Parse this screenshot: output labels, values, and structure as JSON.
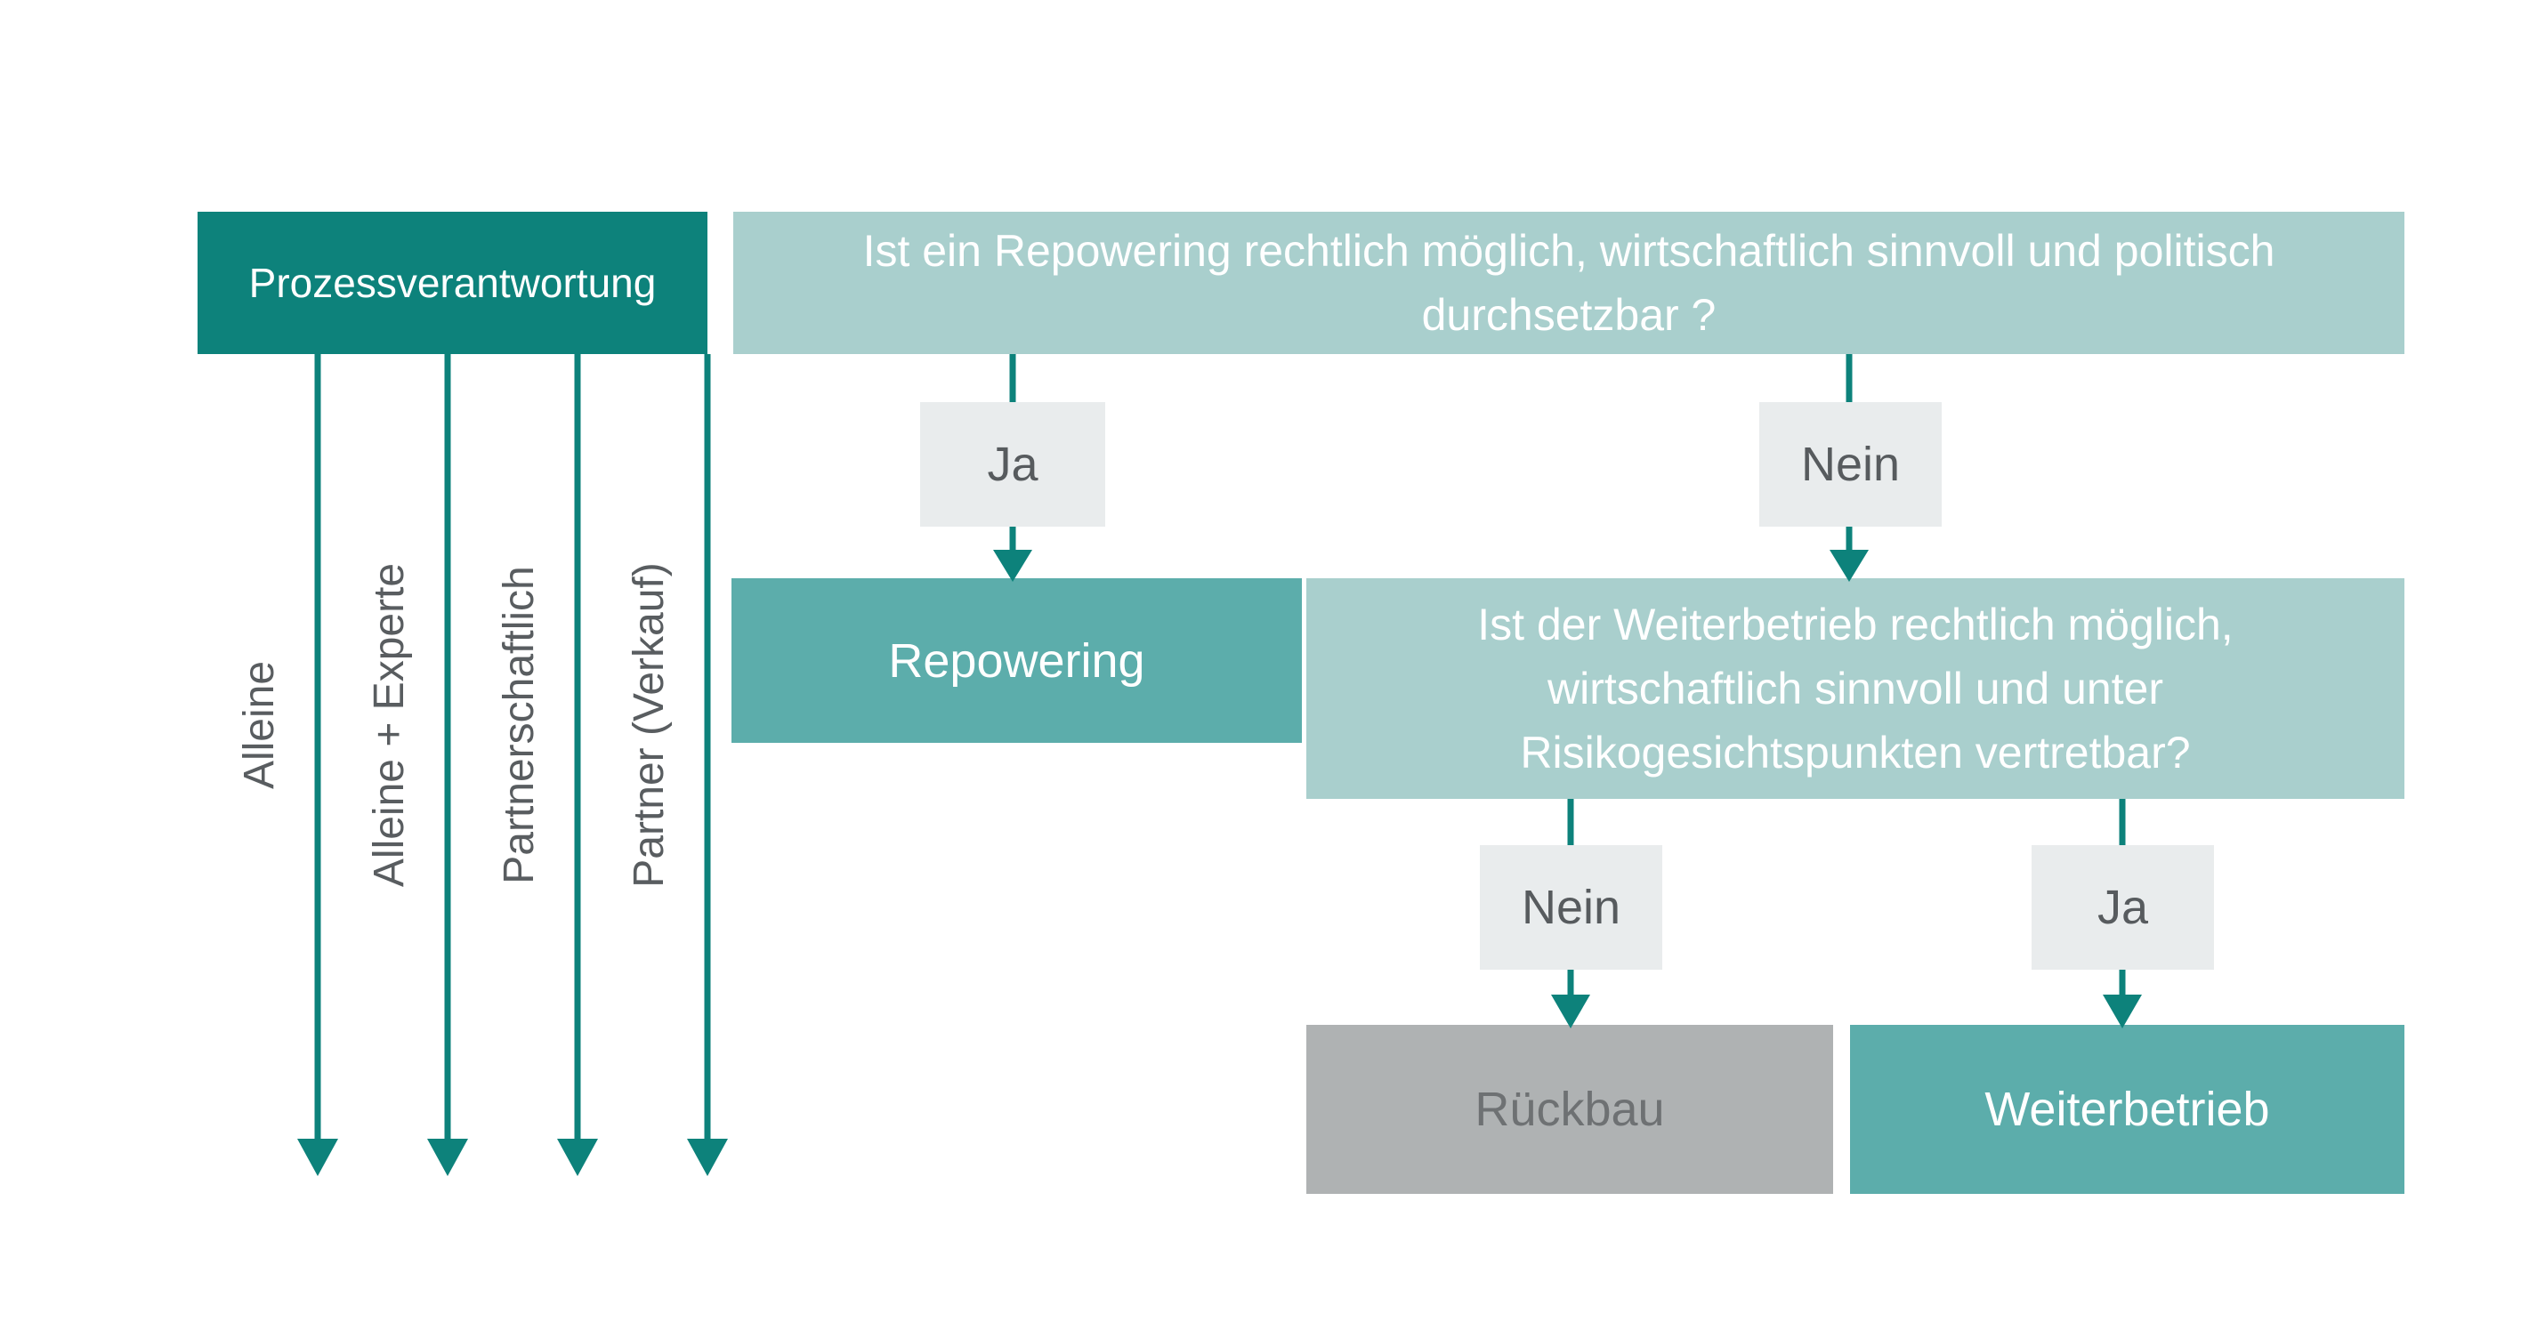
{
  "palette": {
    "dark_teal": "#0d827b",
    "light_teal": "#a9cfcd",
    "mid_teal": "#5cadab",
    "light_gray_box": "#e9eced",
    "mid_gray_box": "#afb2b3",
    "gray_text": "#575b5e",
    "rotated_label_text": "#595d60",
    "rueckbau_text": "#6e7173",
    "white_text": "#ffffff"
  },
  "process": {
    "header_label": "Prozessverantwortung",
    "options": [
      {
        "label": "Alleine"
      },
      {
        "label": "Alleine + Experte"
      },
      {
        "label": "Partnerschaftlich"
      },
      {
        "label": "Partner (Verkauf)"
      }
    ]
  },
  "flow": {
    "question1": "Ist ein Repowering rechtlich möglich, wirtschaftlich sinnvoll und politisch durchsetzbar ?",
    "q1_yes": "Ja",
    "q1_no": "Nein",
    "outcome_repowering": "Repowering",
    "question2": "Ist der Weiterbetrieb rechtlich möglich, wirtschaftlich sinnvoll und unter Risikogesichtspunkten vertretbar?",
    "q2_no": "Nein",
    "q2_yes": "Ja",
    "outcome_rueckbau": "Rückbau",
    "outcome_weiterbetrieb": "Weiterbetrieb"
  }
}
